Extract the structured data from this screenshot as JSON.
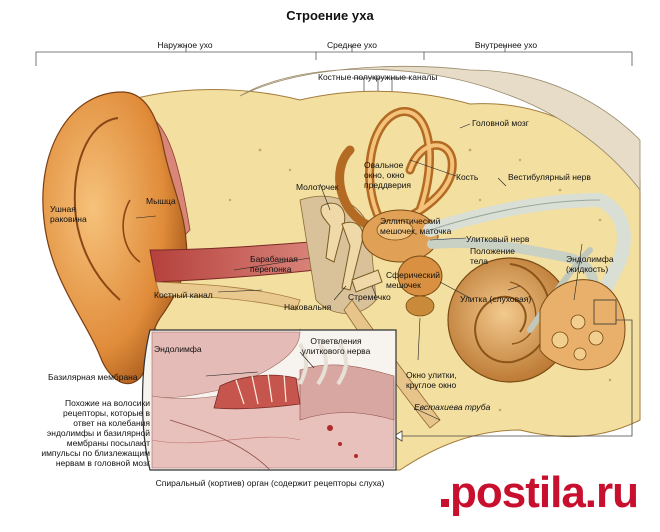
{
  "title": "Строение уха",
  "sections": {
    "outer": "Наружное ухо",
    "middle": "Среднее ухо",
    "inner": "Внутреннее ухо"
  },
  "labels": {
    "canals": "Костные полукружные каналы",
    "brain": "Головной мозг",
    "oval_window": "Овальное окно, окно преддверия",
    "bone": "Кость",
    "vestibular_nerve": "Вестибулярный нерв",
    "hammer": "Молоточек",
    "auricle": "Ушная раковина",
    "muscle": "Мышца",
    "ellipse": "Эллиптический мешочек, маточка",
    "cochlear_nerve": "Улитковый нерв",
    "position": "Положение тела",
    "endolymph_fluid": "Эндолимфа (жидкость)",
    "eardrum": "Барабанная перепонка",
    "spherical": "Сферический мешочек",
    "bone_canal": "Костный канал",
    "stirrup": "Стремечко",
    "cochlea": "Улитка (слуховая)",
    "anvil": "Наковальня",
    "endolymph": "Эндолимфа",
    "branches": "Ответвления улиткового нерва",
    "basilar": "Базилярная мембрана",
    "round_window": "Окно улитки, круглое окно",
    "eustachian": "Евстахиева труба",
    "receptors": "Похожие на волосики рецепторы, которые в ответ на колебания эндолимфы и базилярной мембраны посылают импульсы по близлежащим нервам в головной мозг",
    "organ": "Спиральный (кортиев) орган (содержит рецепторы слуха)"
  },
  "watermark": {
    "text": "postila.ru",
    "color": "#c8102e"
  },
  "colors": {
    "bone": "#f3dfa0",
    "skin": "#e59a4a",
    "canal": "#c2504a",
    "muscle": "#d98578",
    "cochlea": "#d99a55",
    "nerve": "#d9dfd4",
    "inset_bg": "#e8c0bc"
  }
}
